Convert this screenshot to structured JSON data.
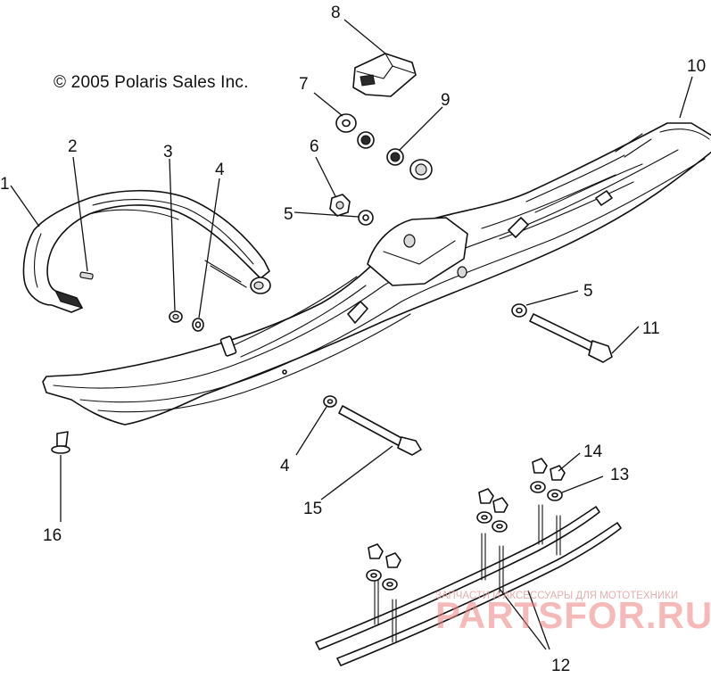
{
  "copyright": "© 2005 Polaris Sales Inc.",
  "callouts": [
    "1",
    "2",
    "3",
    "4",
    "5",
    "6",
    "7",
    "8",
    "9",
    "10",
    "11",
    "12",
    "13",
    "14",
    "15",
    "16"
  ],
  "callout_labels": {
    "c1": "1",
    "c2": "2",
    "c3": "3",
    "c4a": "4",
    "c4b": "4",
    "c5a": "5",
    "c5b": "5",
    "c6": "6",
    "c7": "7",
    "c8": "8",
    "c9": "9",
    "c10": "10",
    "c11": "11",
    "c12": "12",
    "c13": "13",
    "c14": "14",
    "c15": "15",
    "c16": "16"
  },
  "watermark": {
    "tagline": "ЗАПЧАСТИ И АКСЕССУАРЫ ДЛЯ МОТОТЕХНИКИ",
    "brand": "PARTSFOR.RU"
  }
}
